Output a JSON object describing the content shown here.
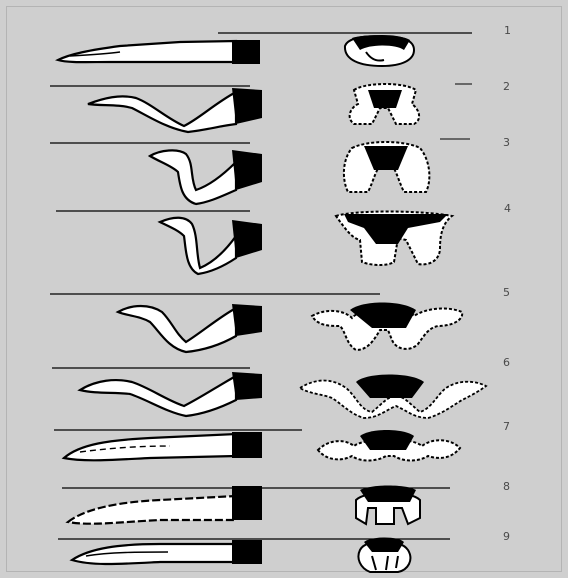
{
  "figure": {
    "rows": [
      {
        "label": "1"
      },
      {
        "label": "2"
      },
      {
        "label": "3"
      },
      {
        "label": "4"
      },
      {
        "label": "5"
      },
      {
        "label": "6"
      },
      {
        "label": "7"
      },
      {
        "label": "8"
      },
      {
        "label": "9"
      }
    ],
    "colors": {
      "background": "#cfcfcf",
      "ink": "#000000",
      "fill": "#ffffff",
      "numeral": "#4a4a4a"
    }
  }
}
